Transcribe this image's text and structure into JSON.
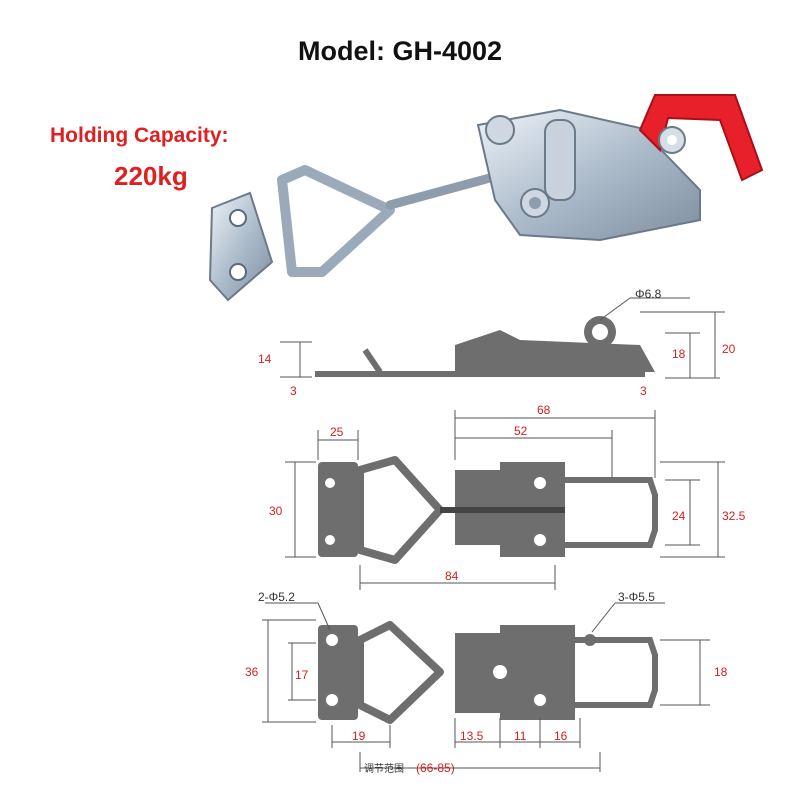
{
  "header": {
    "model": "Model: GH-4002",
    "capacity_label": "Holding Capacity:",
    "capacity_value": "220kg"
  },
  "side_view": {
    "hole_dia": "Φ6.8",
    "dim_left_height": "14",
    "dim_left_thickness": "3",
    "dim_right_thickness": "3",
    "dim_right_inner": "18",
    "dim_right_outer": "20"
  },
  "top_view": {
    "dim_base_width": "25",
    "dim_total_68": "68",
    "dim_52": "52",
    "dim_height_30": "30",
    "dim_24": "24",
    "dim_32_5": "32.5",
    "dim_84": "84"
  },
  "bottom_view": {
    "holes_left": "2-Φ5.2",
    "holes_right": "3-Φ5.5",
    "dim_36": "36",
    "dim_17": "17",
    "dim_19": "19",
    "dim_13_5": "13.5",
    "dim_11": "11",
    "dim_16": "16",
    "dim_18": "18",
    "adjust_label": "调节范围",
    "adjust_range": "(66-85)"
  },
  "colors": {
    "title": "#111111",
    "capacity": "#e02020",
    "metal": "#b8c4d0",
    "handle_grip": "#e8202a",
    "drawing_fill": "#6e6e6e",
    "dimension_line": "#555555"
  }
}
